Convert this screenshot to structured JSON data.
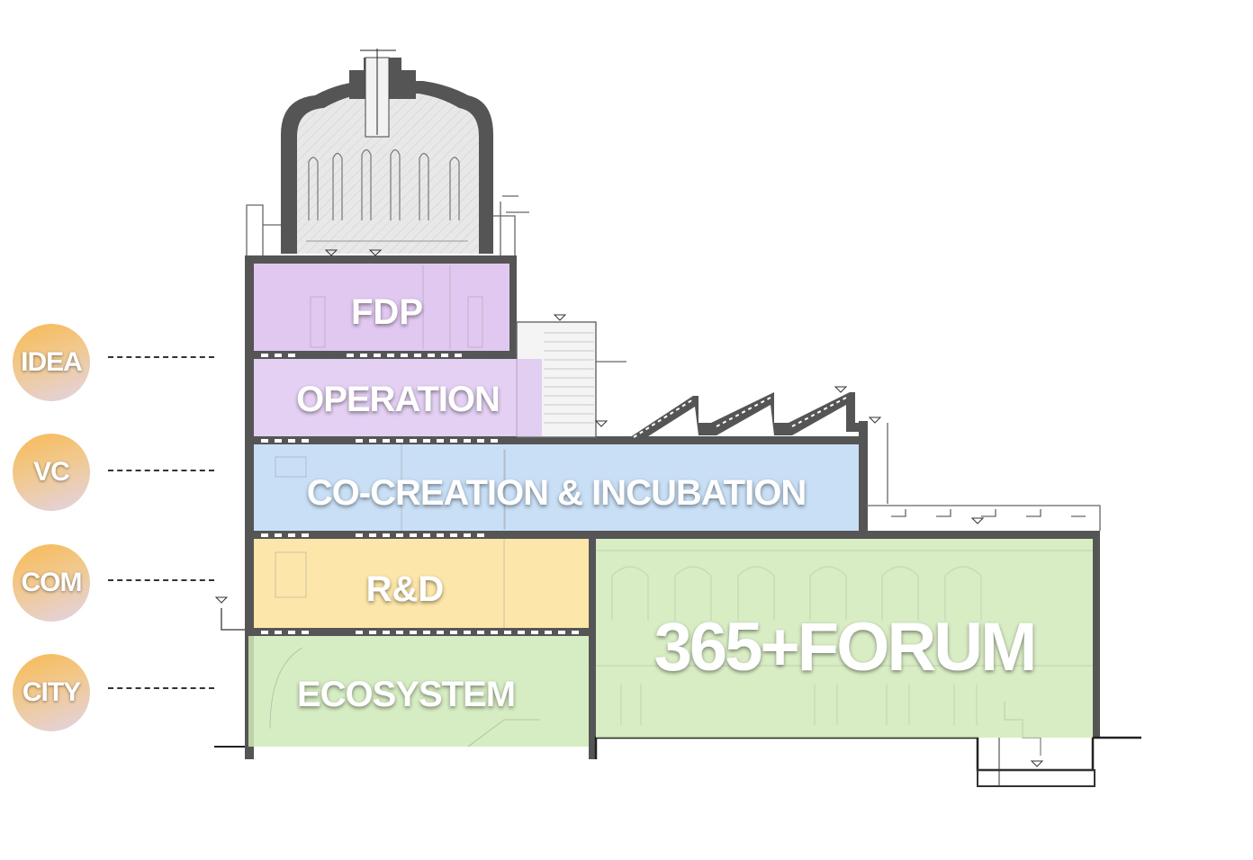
{
  "left_labels": [
    {
      "text": "IDEA"
    },
    {
      "text": "VC"
    },
    {
      "text": "COM"
    },
    {
      "text": "CITY"
    }
  ],
  "zones": {
    "fdp": "FDP",
    "operation": "OPERATION",
    "cocreation": "CO-CREATION & INCUBATION",
    "rnd": "R&D",
    "ecosystem": "ECOSYSTEM",
    "forum": "365+FORUM"
  },
  "colors": {
    "fdp": "#d8b8ec",
    "operation": "#dcc3f0",
    "cocreation": "#bcd8f3",
    "rnd": "#fde29a",
    "ecosystem": "#cfe9b7",
    "forum": "#cfe9b7",
    "circle_top": "#f8b955",
    "circle_bottom": "#e2d3e6",
    "drawing_lines": "#555555"
  }
}
